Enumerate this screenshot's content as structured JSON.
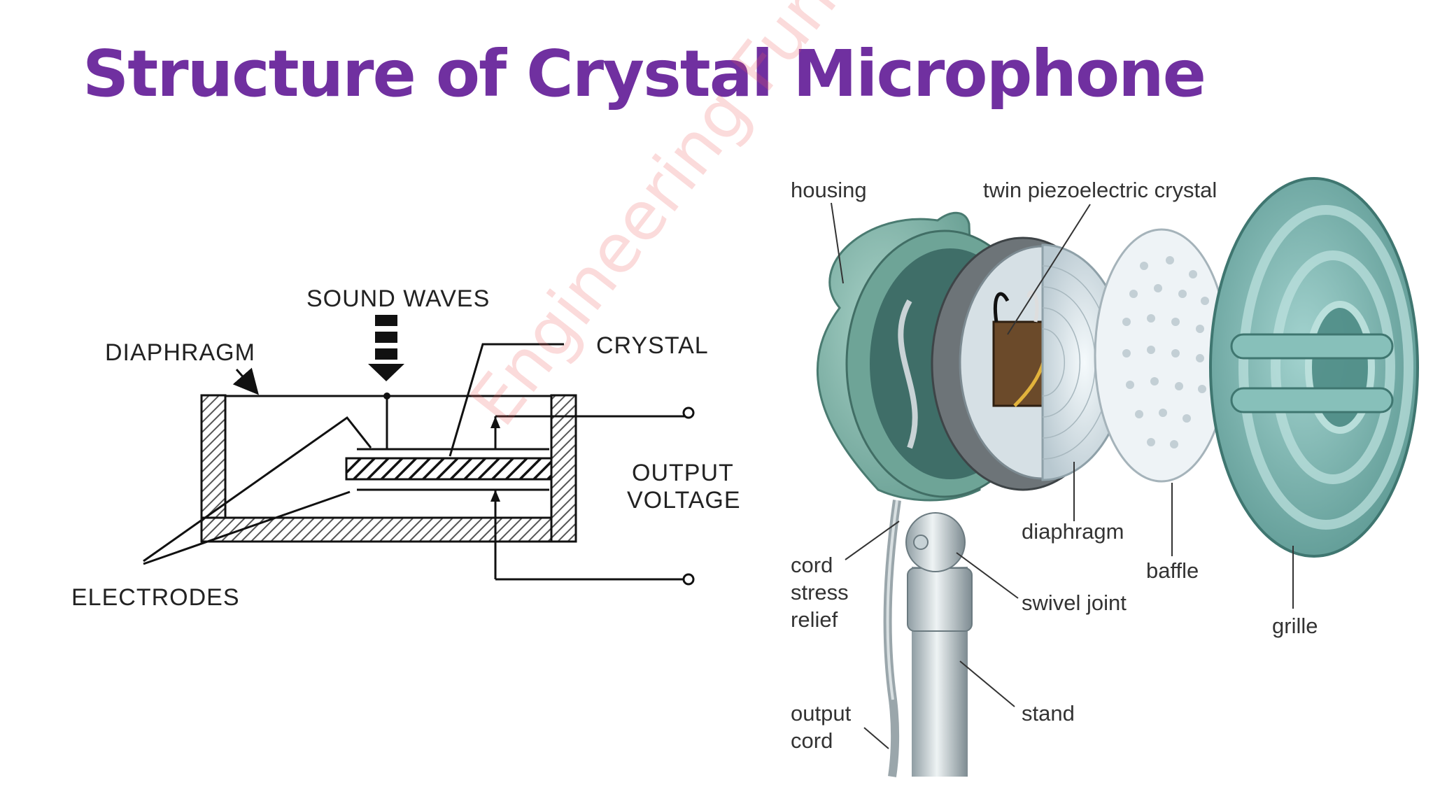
{
  "slide": {
    "title": "Structure of Crystal Microphone",
    "watermark": "Engineering Funda"
  },
  "left_diagram": {
    "labels": {
      "sound_waves": "SOUND WAVES",
      "diaphragm": "DIAPHRAGM",
      "crystal": "CRYSTAL",
      "output_line1": "OUTPUT",
      "output_line2": "VOLTAGE",
      "electrodes": "ELECTRODES"
    }
  },
  "right_diagram": {
    "labels": {
      "housing": "housing",
      "twin_crystal": "twin piezoelectric crystal",
      "diaphragm": "diaphragm",
      "baffle": "baffle",
      "grille": "grille",
      "cord_stress_relief_1": "cord",
      "cord_stress_relief_2": "stress",
      "cord_stress_relief_3": "relief",
      "swivel_joint": "swivel joint",
      "stand": "stand",
      "output_cord_1": "output",
      "output_cord_2": "cord"
    }
  },
  "colors": {
    "title": "#7030a0",
    "housing": "#7fb5a8",
    "grille": "#6fa9a3",
    "watermark": "#eb5a5a"
  }
}
